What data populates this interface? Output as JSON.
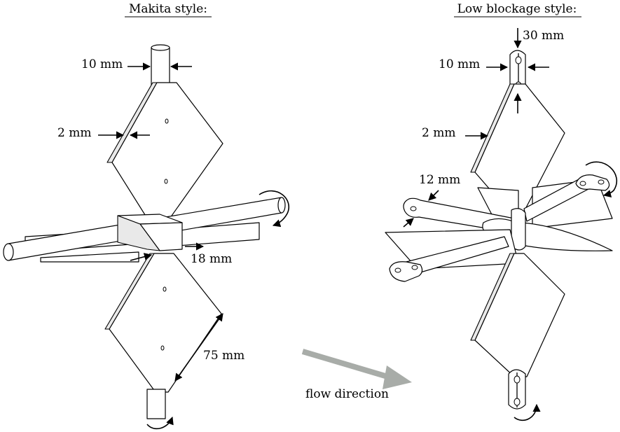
{
  "left_panel": {
    "title": "Makita style:",
    "labels": {
      "shaft_diameter": "10 mm",
      "plate_thickness": "2 mm",
      "block_width": "18 mm",
      "plate_edge": "75 mm"
    }
  },
  "right_panel": {
    "title": "Low blockage style:",
    "labels": {
      "clip_length": "30 mm",
      "clip_width": "10 mm",
      "plate_thickness": "2 mm",
      "arm_width": "12 mm"
    }
  },
  "flow": {
    "label": "flow direction",
    "arrow_color": "#a8aca8"
  }
}
